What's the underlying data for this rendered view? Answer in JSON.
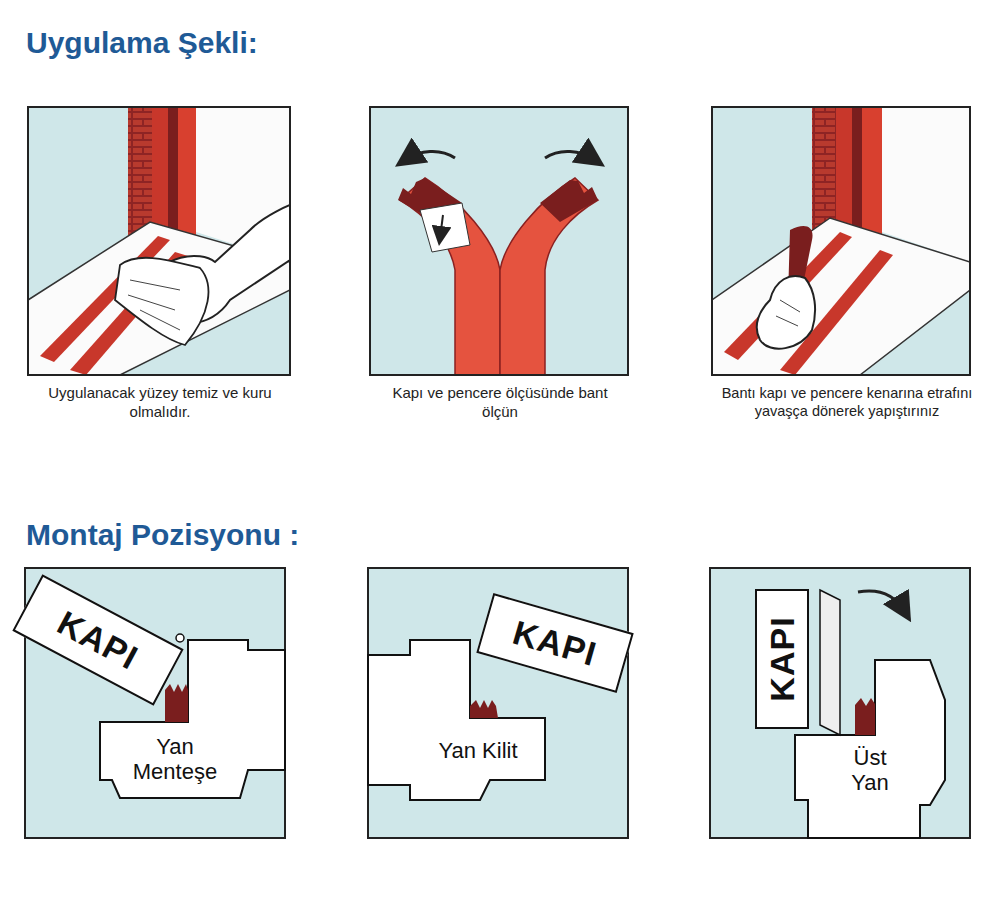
{
  "diagram": {
    "title": "Uygulama Şekli:",
    "nodes": [
      {
        "text": [
          "KAPI"
        ]
      },
      {
        "text": [
          "Yan Menteşe"
        ]
      },
      {
        "text": [
          "KAPI"
        ]
      },
      {
        "text": [
          "Yan Kilit"
        ]
      },
      {
        "text": [
          "KAPI"
        ]
      },
      {
        "text": [
          "Üst Yan"
        ]
      }
    ],
    "labels": [
      "Uygulanacak yüzey temiz ve kuru olmalıdır.",
      "Kapı ve pencere ölçüsünde bant ölçün",
      "Bantı kapı ve pencere kenarına etrafını yavaşça dönerek yapıştırınız",
      "Montaj Pozisyonu :"
    ]
  }
}
